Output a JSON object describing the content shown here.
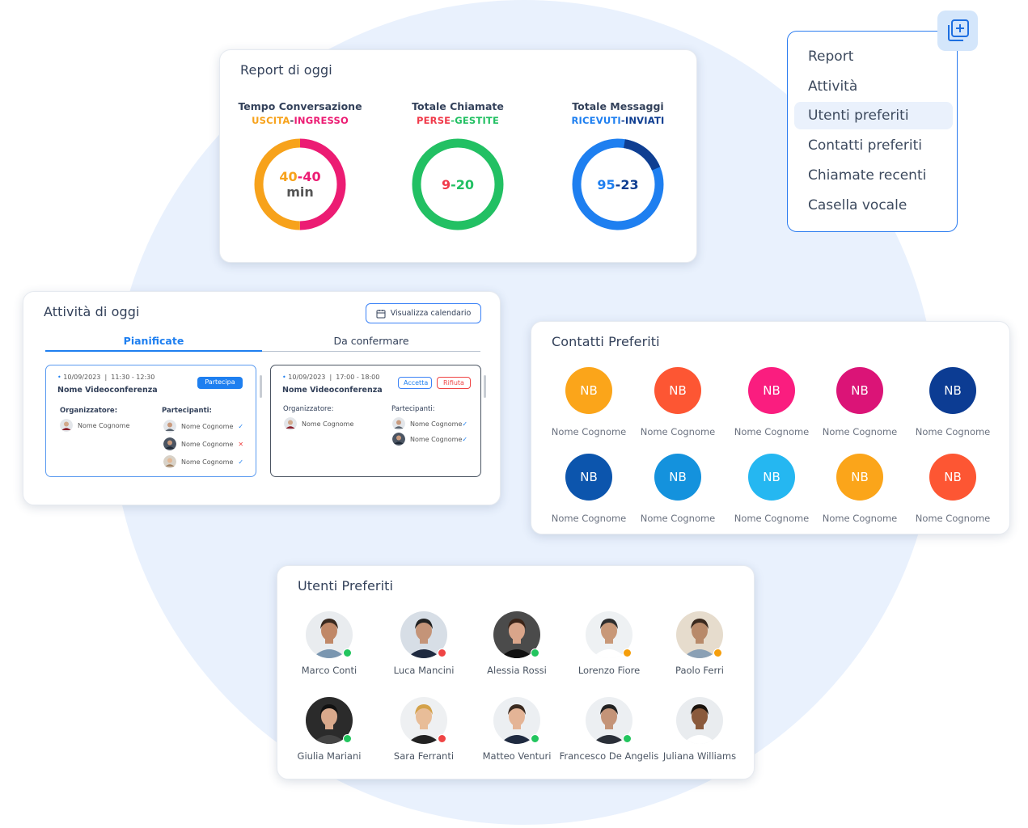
{
  "colors": {
    "accent": "#2b7cf0",
    "online": "#22c55e",
    "busy": "#ef4444",
    "away": "#f59e0b"
  },
  "report": {
    "title": "Report di oggi",
    "metrics": [
      {
        "title": "Tempo Conversazione",
        "sub_a": "USCITA",
        "sub_b": "INGRESSO",
        "value_a": "40",
        "value_b": "40",
        "unit": "min",
        "color_a": "#f7a21b",
        "color_b": "#ec1c73"
      },
      {
        "title": "Totale Chiamate",
        "sub_a": "PERSE",
        "sub_b": "GESTITE",
        "value_a": "9",
        "value_b": "20",
        "unit": "",
        "color_a": "#f03a4a",
        "color_b": "#22c063"
      },
      {
        "title": "Totale Messaggi",
        "sub_a": "RICEVUTI",
        "sub_b": "INVIATI",
        "value_a": "95",
        "value_b": "23",
        "unit": "",
        "color_a": "#1e7ff0",
        "color_b": "#0f3e91"
      }
    ]
  },
  "menu": {
    "add_icon": "add-square-icon",
    "items": [
      "Report",
      "Attività",
      "Utenti preferiti",
      "Contatti preferiti",
      "Chiamate recenti",
      "Casella vocale"
    ],
    "active": "Utenti preferiti"
  },
  "activity": {
    "title": "Attività di oggi",
    "calendar_button": "Visualizza calendario",
    "tabs": [
      "Pianificate",
      "Da confermare"
    ],
    "events": [
      {
        "date": "10/09/2023",
        "time": "11:30 - 12:30",
        "title": "Nome Videoconferenza",
        "action_primary": "Partecipa",
        "organizer_label": "Organizzatore:",
        "organizer": "Nome Cognome",
        "participants_label": "Partecipanti:",
        "participants": [
          {
            "name": "Nome Cognome",
            "mark": "✓"
          },
          {
            "name": "Nome Cognome",
            "mark": "✕"
          },
          {
            "name": "Nome Cognome",
            "mark": "✓"
          }
        ]
      },
      {
        "date": "10/09/2023",
        "time": "17:00 - 18:00",
        "title": "Nome Videoconferenza",
        "action_accept": "Accetta",
        "action_reject": "Rifiuta",
        "organizer_label": "Organizzatore:",
        "organizer": "Nome Cognome",
        "participants_label": "Partecipanti:",
        "participants": [
          {
            "name": "Nome Cognome",
            "mark": "✓"
          },
          {
            "name": "Nome Cognome",
            "mark": "✓"
          }
        ]
      }
    ]
  },
  "contacts": {
    "title": "Contatti Preferiti",
    "items": [
      {
        "initials": "NB",
        "name": "Nome Cognome",
        "color": "#fba51a"
      },
      {
        "initials": "NB",
        "name": "Nome Cognome",
        "color": "#fd5633"
      },
      {
        "initials": "NB",
        "name": "Nome Cognome",
        "color": "#fa1d7f"
      },
      {
        "initials": "NB",
        "name": "Nome Cognome",
        "color": "#db1477"
      },
      {
        "initials": "NB",
        "name": "Nome Cognome",
        "color": "#0c3c93"
      },
      {
        "initials": "NB",
        "name": "Nome Cognome",
        "color": "#0c55ad"
      },
      {
        "initials": "NB",
        "name": "Nome Cognome",
        "color": "#1492dd"
      },
      {
        "initials": "NB",
        "name": "Nome Cognome",
        "color": "#25b7f1"
      },
      {
        "initials": "NB",
        "name": "Nome Cognome",
        "color": "#fba51a"
      },
      {
        "initials": "NB",
        "name": "Nome Cognome",
        "color": "#fd5633"
      }
    ]
  },
  "users": {
    "title": "Utenti Preferiti",
    "items": [
      {
        "name": "Marco Conti",
        "status": "online"
      },
      {
        "name": "Luca Mancini",
        "status": "busy"
      },
      {
        "name": "Alessia Rossi",
        "status": "online"
      },
      {
        "name": "Lorenzo Fiore",
        "status": "away"
      },
      {
        "name": "Paolo Ferri",
        "status": "away"
      },
      {
        "name": "Giulia Mariani",
        "status": "online"
      },
      {
        "name": "Sara Ferranti",
        "status": "busy"
      },
      {
        "name": "Matteo Venturi",
        "status": "online"
      },
      {
        "name": "Francesco De Angelis",
        "status": "online"
      },
      {
        "name": "Juliana Williams",
        "status": ""
      }
    ]
  }
}
